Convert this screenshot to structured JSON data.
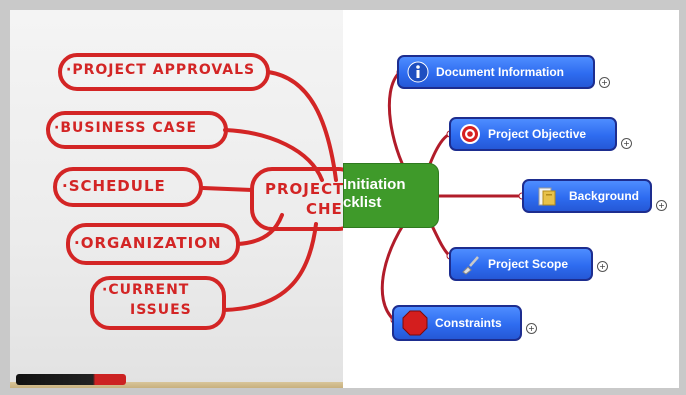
{
  "whiteboard": {
    "items": [
      "·PROJECT APPROVALS",
      "·BUSINESS CASE",
      "·SCHEDULE",
      "·ORGANIZATION",
      "·CURRENT ISSUES"
    ],
    "item_lines": [
      [
        "·PROJECT APPROVALS"
      ],
      [
        "·BUSINESS CASE"
      ],
      [
        "·SCHEDULE"
      ],
      [
        "·ORGANIZATION"
      ],
      [
        "·CURRENT",
        "ISSUES"
      ]
    ],
    "center_line1": "PROJECT",
    "center_line2": "CHE"
  },
  "mindmap": {
    "center_line1": "Initiation",
    "center_line2": "cklist",
    "center_color": "#3f9a2a",
    "branch_color": "#b11c2a",
    "nodes": [
      {
        "label": "Document Information",
        "icon": "info-icon"
      },
      {
        "label": "Project Objective",
        "icon": "target-icon"
      },
      {
        "label": "Background",
        "icon": "folder-document-icon"
      },
      {
        "label": "Project Scope",
        "icon": "shovel-icon"
      },
      {
        "label": "Constraints",
        "icon": "stop-sign-icon"
      }
    ],
    "expand_symbol": "+"
  }
}
